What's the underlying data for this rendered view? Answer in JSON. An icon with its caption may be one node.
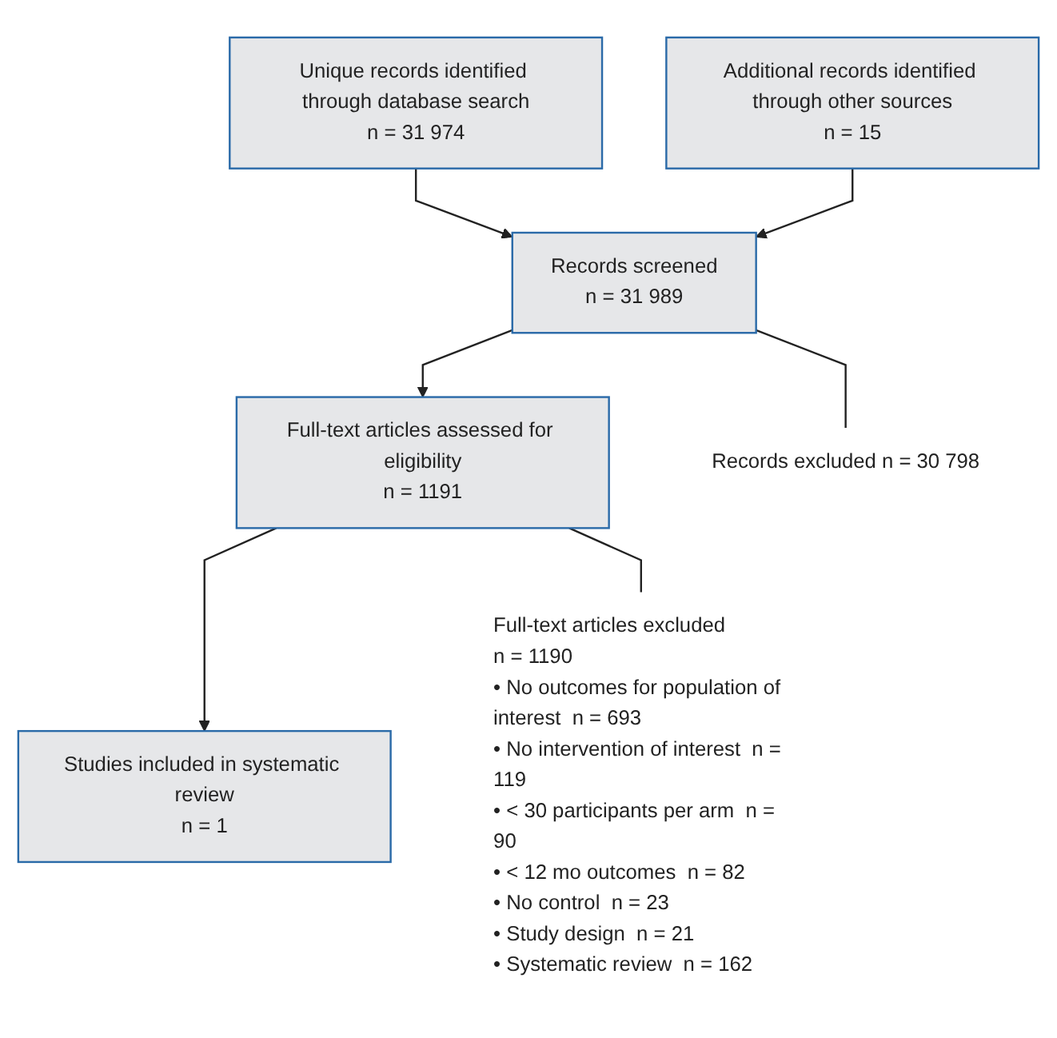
{
  "diagram": {
    "nodes": [
      {
        "text": [
          "Unique records identified through database search",
          "n = 31 974"
        ]
      },
      {
        "text": [
          "Additional records identified through other sources",
          "n = 15"
        ]
      },
      {
        "text": [
          "Records screened",
          "n = 31 989"
        ]
      },
      {
        "text": [
          "Full-text articles assessed for eligibility",
          "n = 1191"
        ]
      },
      {
        "text": [
          "Studies included in systematic review",
          "n = 1"
        ]
      },
      {
        "text": [
          "Records excluded  n = 30 798"
        ]
      },
      {
        "text": [
          "Full-text articles excluded",
          "n = 1190",
          "• No outcomes for population of interest  n = 693",
          "• No intervention of interest  n = 119",
          "• < 30 participants per arm  n = 90",
          "• < 12 mo outcomes  n = 82",
          "• No control  n = 23",
          "• Study design  n = 21",
          "• Systematic review  n = 162"
        ]
      }
    ],
    "edges": [
      {
        "from": 0,
        "to": 2,
        "arrow": "to"
      },
      {
        "from": 1,
        "to": 2,
        "arrow": "to"
      },
      {
        "from": 2,
        "to": 3,
        "arrow": "to"
      },
      {
        "from": 2,
        "to": 5,
        "arrow": "none"
      },
      {
        "from": 3,
        "to": 4,
        "arrow": "to"
      },
      {
        "from": 3,
        "to": 6,
        "arrow": "none"
      }
    ]
  }
}
